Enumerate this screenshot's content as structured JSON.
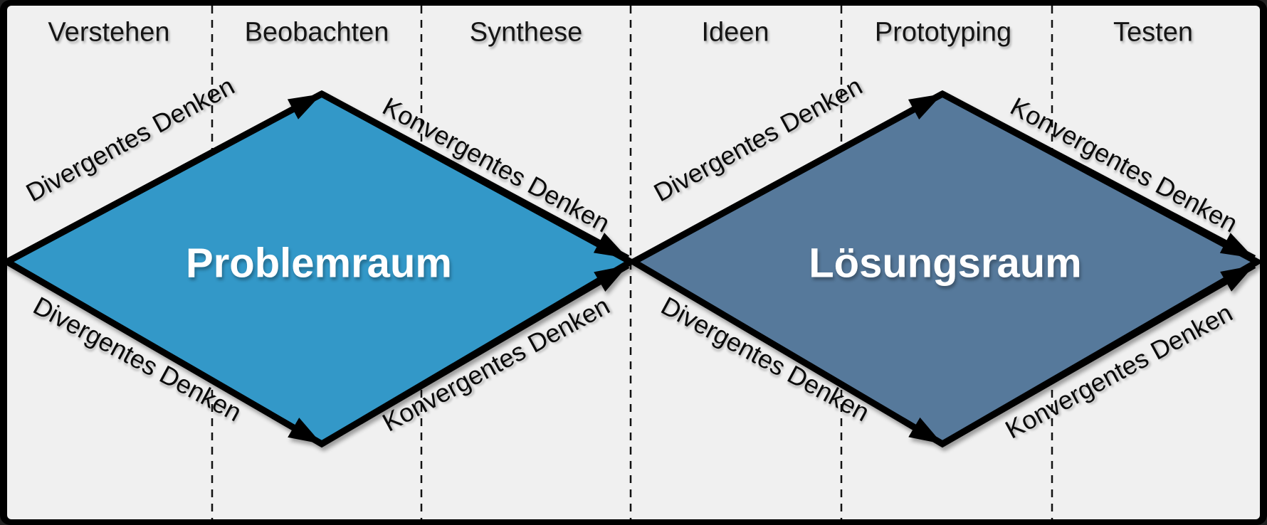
{
  "canvas": {
    "background": "#F0F0F0",
    "frame_color": "#000000",
    "divider_color": "#111111",
    "edge_color": "#000000"
  },
  "phases": [
    {
      "label": "Verstehen"
    },
    {
      "label": "Beobachten"
    },
    {
      "label": "Synthese"
    },
    {
      "label": "Ideen"
    },
    {
      "label": "Prototyping"
    },
    {
      "label": "Testen"
    }
  ],
  "diamonds": [
    {
      "name": "Problemraum",
      "fill": "#3398C8",
      "edge_labels": {
        "upper_left": "Divergentes Denken",
        "upper_right": "Konvergentes Denken",
        "lower_left": "Divergentes Denken",
        "lower_right": "Konvergentes Denken"
      }
    },
    {
      "name": "Lösungsraum",
      "fill": "#56799B",
      "edge_labels": {
        "upper_left": "Divergentes Denken",
        "upper_right": "Konvergentes Denken",
        "lower_left": "Divergentes Denken",
        "lower_right": "Konvergentes Denken"
      }
    }
  ]
}
